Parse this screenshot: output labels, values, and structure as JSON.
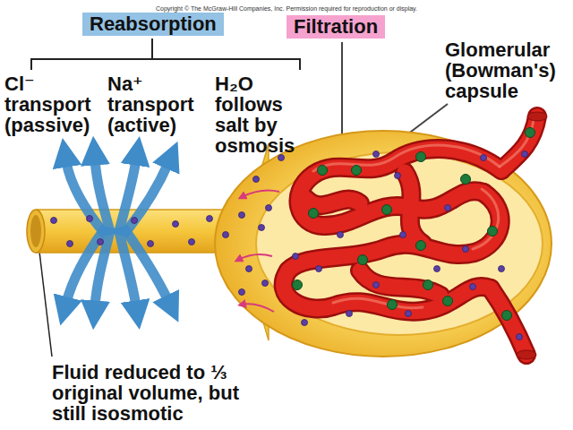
{
  "diagram": {
    "nodes": [
      {
        "text": [
          "Reabsorption"
        ]
      },
      {
        "text": [
          "Filtration"
        ]
      }
    ],
    "labels": [
      "Copyright © The McGraw-Hill Companies, Inc. Permission required for reproduction or display.",
      "Cl⁻ transport (passive)",
      "Na⁺ transport (active)",
      "H₂O follows salt by osmosis",
      "Glomerular (Bowman's) capsule",
      "Fluid reduced to ⅓ original volume, but still isosmotic"
    ]
  }
}
